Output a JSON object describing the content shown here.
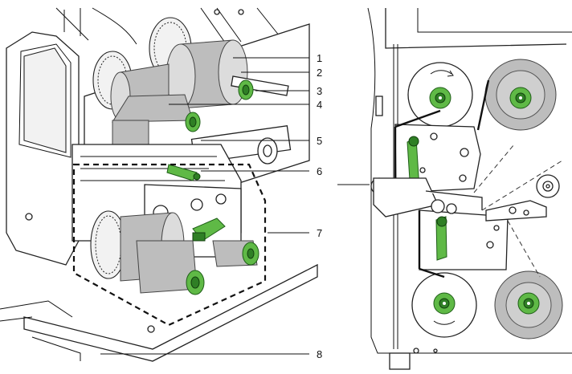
{
  "figure": {
    "callouts": [
      {
        "id": 1,
        "label": "1"
      },
      {
        "id": 2,
        "label": "2"
      },
      {
        "id": 3,
        "label": "3"
      },
      {
        "id": 4,
        "label": "4"
      },
      {
        "id": 5,
        "label": "5"
      },
      {
        "id": 6,
        "label": "6"
      },
      {
        "id": 7,
        "label": "7"
      },
      {
        "id": 8,
        "label": "8"
      }
    ]
  },
  "colors": {
    "accent_green": "#5fb946",
    "dark_green": "#2f7f25",
    "ribbon_grey": "#bdbdbd",
    "line": "#111111"
  },
  "icons": [
    "spindle-icon",
    "roller-icon",
    "lever-icon"
  ]
}
